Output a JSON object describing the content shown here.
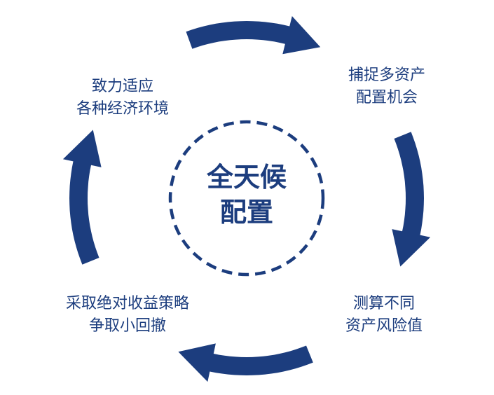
{
  "colors": {
    "primary": "#1c3d7e",
    "background": "#ffffff"
  },
  "center": {
    "line1": "全天候",
    "line2": "配置"
  },
  "steps": [
    {
      "line1": "捕捉多资产",
      "line2": "配置机会"
    },
    {
      "line1": "测算不同",
      "line2": "资产风险值"
    },
    {
      "line1": "采取绝对收益策略",
      "line2": "争取小回撤"
    },
    {
      "line1": "致力适应",
      "line2": "各种经济环境"
    }
  ],
  "arrows": [
    {
      "name": "top-arrow",
      "direction": "clockwise"
    },
    {
      "name": "right-arrow",
      "direction": "clockwise"
    },
    {
      "name": "bottom-arrow",
      "direction": "clockwise"
    },
    {
      "name": "left-arrow",
      "direction": "clockwise"
    }
  ]
}
